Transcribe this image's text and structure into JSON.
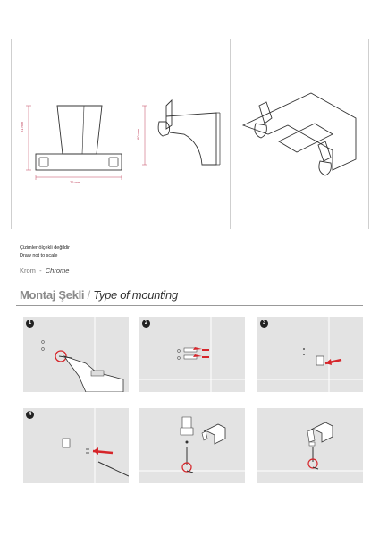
{
  "dimensions": {
    "width_label": "76 mm",
    "height_label_left": "61 mm",
    "height_label_side": "60 mm"
  },
  "notes": {
    "scale_tr": "Çizimler ölçekli değildir",
    "scale_en": "Draw not to scale"
  },
  "finish": {
    "tr": "Krom",
    "dash": "-",
    "en": "Chrome"
  },
  "mounting": {
    "title_tr": "Montaj Şekli",
    "separator": "/",
    "title_en": "Type of mounting"
  },
  "steps": [
    {
      "number": "1"
    },
    {
      "number": "2"
    },
    {
      "number": "3"
    },
    {
      "number": "4"
    }
  ],
  "colors": {
    "accent_red": "#d6252a",
    "panel_bg": "#e3e3e3",
    "dimension_text": "#c0405a"
  }
}
